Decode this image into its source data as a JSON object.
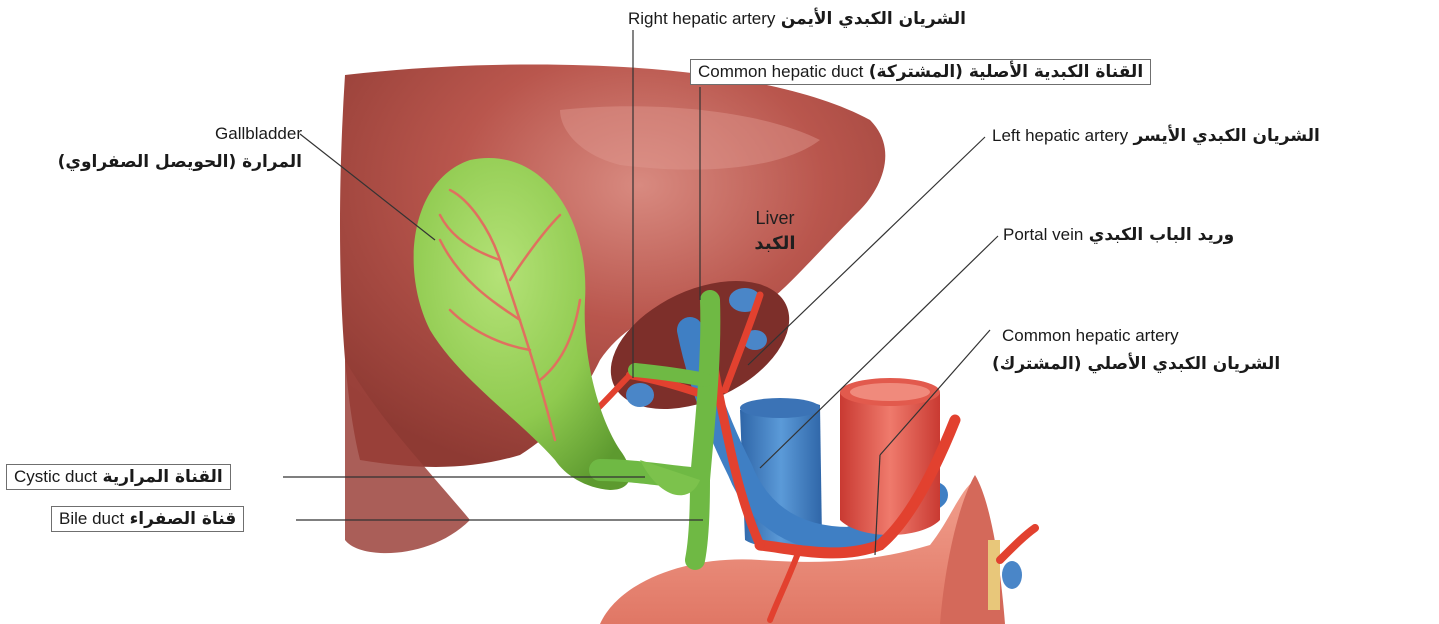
{
  "labels": {
    "right_hepatic_artery": {
      "en": "Right hepatic artery",
      "ar": "الشريان الكبدي الأيمن"
    },
    "common_hepatic_duct": {
      "en": "Common hepatic duct",
      "ar": "القناة الكبدية الأصلية (المشتركة)"
    },
    "left_hepatic_artery": {
      "en": "Left hepatic artery",
      "ar": "الشريان الكبدي الأيسر"
    },
    "portal_vein": {
      "en": "Portal vein",
      "ar": "وريد الباب الكبدي"
    },
    "common_hepatic_artery": {
      "en": "Common hepatic artery",
      "ar": "الشريان الكبدي الأصلي (المشترك)"
    },
    "gallbladder": {
      "en": "Gallbladder",
      "ar": "المرارة (الحويصل الصفراوي)"
    },
    "liver": {
      "en": "Liver",
      "ar": "الكبد"
    },
    "cystic_duct": {
      "en": "Cystic duct",
      "ar": "القناة المرارية"
    },
    "bile_duct": {
      "en": "Bile duct",
      "ar": "قناة الصفراء"
    }
  },
  "colors": {
    "liver": "#a84a42",
    "liver_highlight": "#c9726a",
    "gallbladder": "#93cf53",
    "duct": "#6fb944",
    "artery": "#e2412f",
    "vein": "#3f7fc4",
    "tissue": "#eb8a78",
    "leader_line": "#333333"
  }
}
